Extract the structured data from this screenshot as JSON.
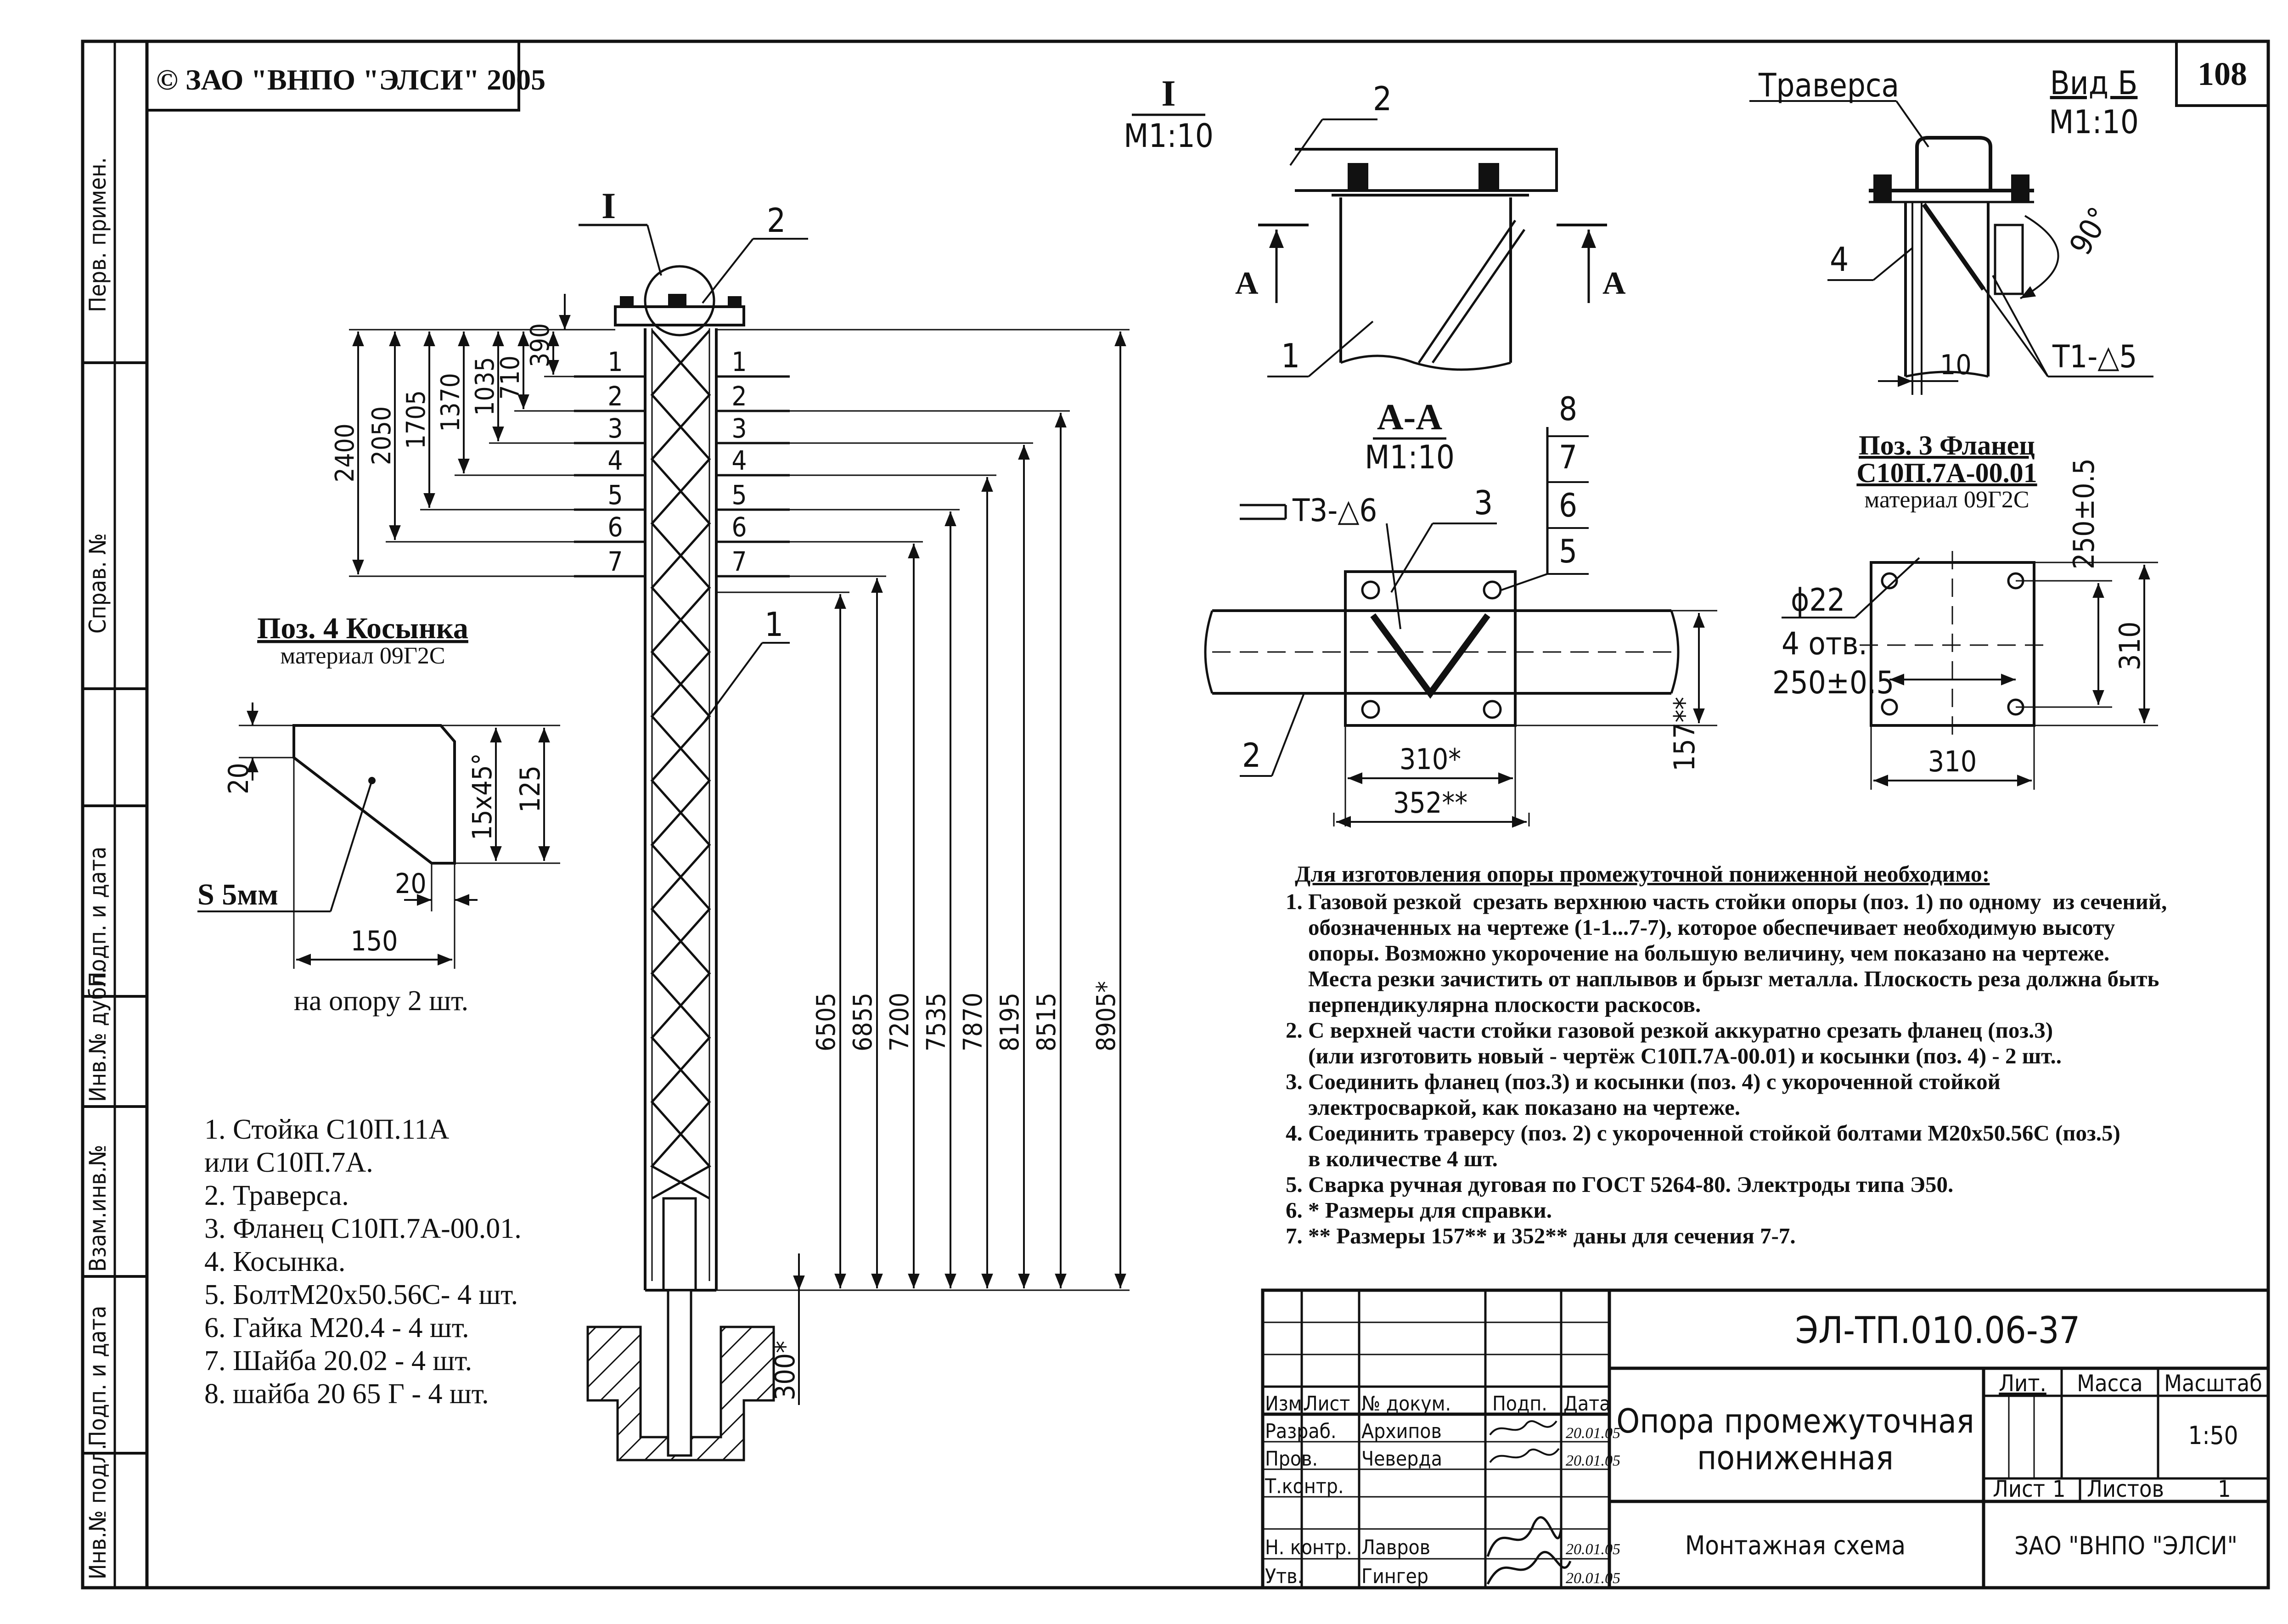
{
  "header": {
    "copyright": "© ЗАО \"ВНПО \"ЭЛСИ\" 2005",
    "sheet_number": "108"
  },
  "side_stamp": {
    "perv_primen": "Перв. примен.",
    "sprav_no": "Справ. №",
    "podp_data_1": "Подп. и дата",
    "inv_dubl": "Инв.№ дубл.",
    "vzam_inv": "Взам.инв.№",
    "podp_data_2": "Подп. и дата",
    "inv_podl": "Инв.№ подл."
  },
  "main_view": {
    "callout_I": "I",
    "callout_2": "2",
    "callout_1": "1",
    "section_marks": [
      "1",
      "2",
      "3",
      "4",
      "5",
      "6",
      "7"
    ],
    "top_dims": [
      "390",
      "710",
      "1035",
      "1370",
      "1705",
      "2050",
      "2400"
    ],
    "bottom_dims": [
      "6505",
      "6855",
      "7200",
      "7535",
      "7870",
      "8195",
      "8515",
      "8905*"
    ],
    "foundation_dim": "300*"
  },
  "detail_I": {
    "title": "I",
    "scale": "М1:10",
    "callout_2": "2",
    "callout_1": "1",
    "arrow_a_left": "А",
    "arrow_a_right": "А"
  },
  "detail_AA": {
    "title": "А-А",
    "scale": "М1:10",
    "weld_note": "Т3-△6",
    "callout_3": "3",
    "callout_2": "2",
    "stack": [
      "8",
      "7",
      "6",
      "5"
    ],
    "dim_310": "310*",
    "dim_352": "352**",
    "dim_157": "157**"
  },
  "view_B": {
    "traverse_label": "Траверса",
    "title": "Вид Б",
    "scale": "М1:10",
    "angle": "90°",
    "callout_4": "4",
    "dim_10": "10",
    "weld_note": "Т1-△5"
  },
  "flange": {
    "title_1": "Поз. 3 Фланец",
    "title_2": "С10П.7А-00.01",
    "material": "материал 09Г2С",
    "hole_dia": "ϕ22",
    "hole_count": "4 отв.",
    "hole_spacing": "250±0.5",
    "dim_250_vert": "250±0.5",
    "dim_310_vert": "310",
    "dim_310_horiz": "310"
  },
  "gusset": {
    "title": "Поз. 4 Косынка",
    "material": "материал 09Г2С",
    "dim_20_top": "20",
    "dim_chamfer": "15x45°",
    "dim_125": "125",
    "thickness": "S 5мм",
    "dim_20_bottom": "20",
    "dim_150": "150",
    "qty_note": "на опору 2 шт."
  },
  "parts_list": [
    "1. Стойка С10П.11А",
    "или С10П.7А.",
    "2. Траверса.",
    "3. Фланец С10П.7А-00.01.",
    "4. Косынка.",
    "5. БолтМ20х50.56С- 4 шт.",
    "6. Гайка М20.4 - 4 шт.",
    "7. Шайба 20.02 - 4 шт.",
    "8. шайба 20 65 Г - 4 шт."
  ],
  "instructions": {
    "heading": "Для изготовления опоры промежуточной пониженной необходимо:",
    "lines": [
      "1. Газовой резкой  срезать верхнюю часть стойки опоры (поз. 1) по одному  из сечений,",
      "    обозначенных на чертеже (1-1...7-7), которое обеспечивает необходимую высоту",
      "    опоры. Возможно укорочение на большую величину, чем показано на чертеже.",
      "    Места резки зачистить от наплывов и брызг металла. Плоскость реза должна быть",
      "    перпендикулярна плоскости раскосов.",
      "2. С верхней части стойки газовой резкой аккуратно срезать фланец (поз.3)",
      "    (или изготовить новый - чертёж С10П.7А-00.01) и косынки (поз. 4) - 2 шт..",
      "3. Соединить фланец (поз.3) и косынки (поз. 4) с укороченной стойкой",
      "    электросваркой, как показано на чертеже.",
      "4. Соединить траверсу (поз. 2) с укороченной стойкой болтами М20х50.56С (поз.5)",
      "    в количестве 4 шт.",
      "5. Сварка ручная дуговая по ГОСТ 5264-80. Электроды типа Э50.",
      "6. * Размеры для справки.",
      "7. ** Размеры 157** и 352** даны для сечения 7-7."
    ]
  },
  "title_block": {
    "doc_code": "ЭЛ-ТП.010.06-37",
    "name_1": "Опора промежуточная",
    "name_2": "пониженная",
    "subname": "Монтажная схема",
    "company": "ЗАО \"ВНПО \"ЭЛСИ\"",
    "h_izm": "Изм.",
    "h_list": "Лист",
    "h_ndok": "№ докум.",
    "h_podp": "Подп.",
    "h_data": "Дата",
    "r_razrab": "Разраб.",
    "n_razrab": "Архипов",
    "r_prov": "Пров.",
    "n_prov": "Чеверда",
    "r_tkontr": "Т.контр.",
    "r_nkontr": "Н. контр.",
    "n_nkontr": "Лавров",
    "r_utv": "Утв.",
    "n_utv": "Гингер",
    "date_1": "20.01.05",
    "date_2": "20.01.05",
    "date_3": "20.01.05",
    "date_4": "20.01.05",
    "lit": "Лит.",
    "massa": "Масса",
    "masshtab": "Масштаб",
    "scale_value": "1:50",
    "list_label": "Лист",
    "list_value": "1",
    "listov_label": "Листов",
    "listov_value": "1"
  }
}
